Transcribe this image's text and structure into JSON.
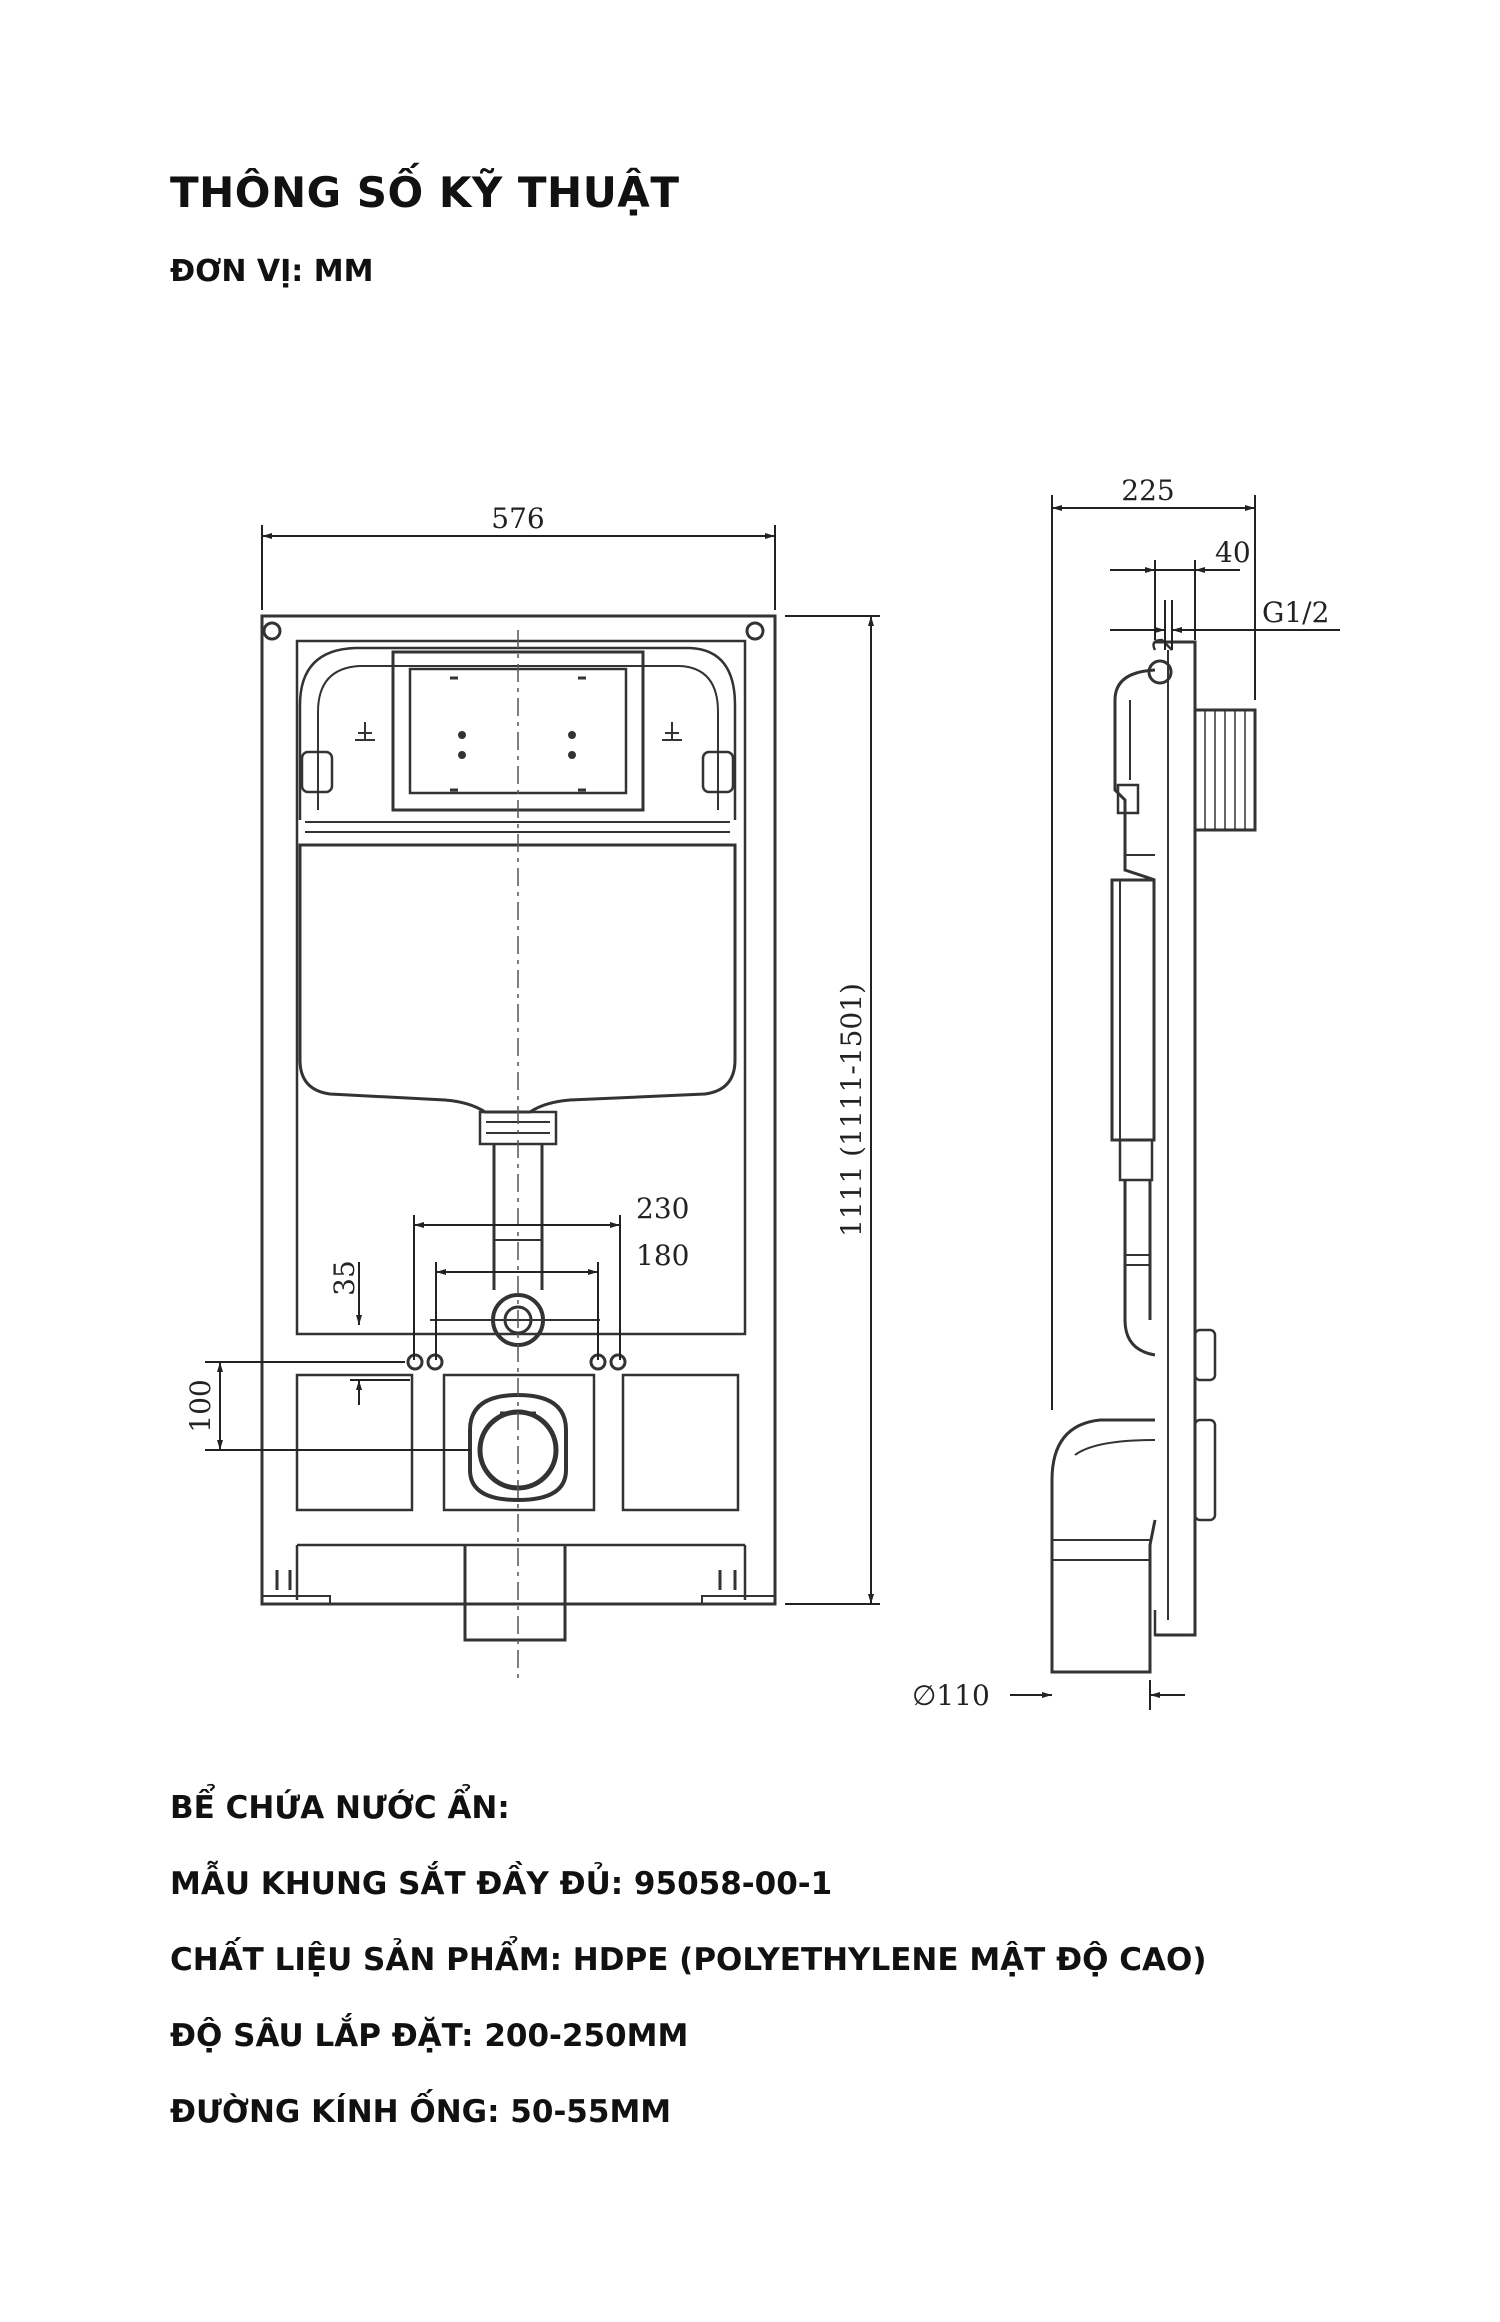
{
  "header": {
    "title": "THÔNG SỐ KỸ THUẬT",
    "unit_label": "ĐƠN VỊ: MM"
  },
  "drawing": {
    "front_width": "576",
    "front_height": "1111  (1111-1501)",
    "spacing_outer": "230",
    "spacing_inner": "180",
    "offset_small": "35",
    "offset_large": "100",
    "side_depth": "225",
    "side_offset": "40",
    "thread": "G1/2",
    "pipe_diameter": "∅110"
  },
  "specs": [
    "BỂ CHỨA NƯỚC ẨN:",
    "MẪU KHUNG SẮT ĐẦY ĐỦ: 95058-00-1",
    "CHẤT LIỆU SẢN PHẨM: HDPE (POLYETHYLENE MẬT ĐỘ CAO)",
    "ĐỘ SÂU LẮP ĐẶT: 200-250MM",
    "ĐƯỜNG KÍNH ỐNG: 50-55MM"
  ]
}
